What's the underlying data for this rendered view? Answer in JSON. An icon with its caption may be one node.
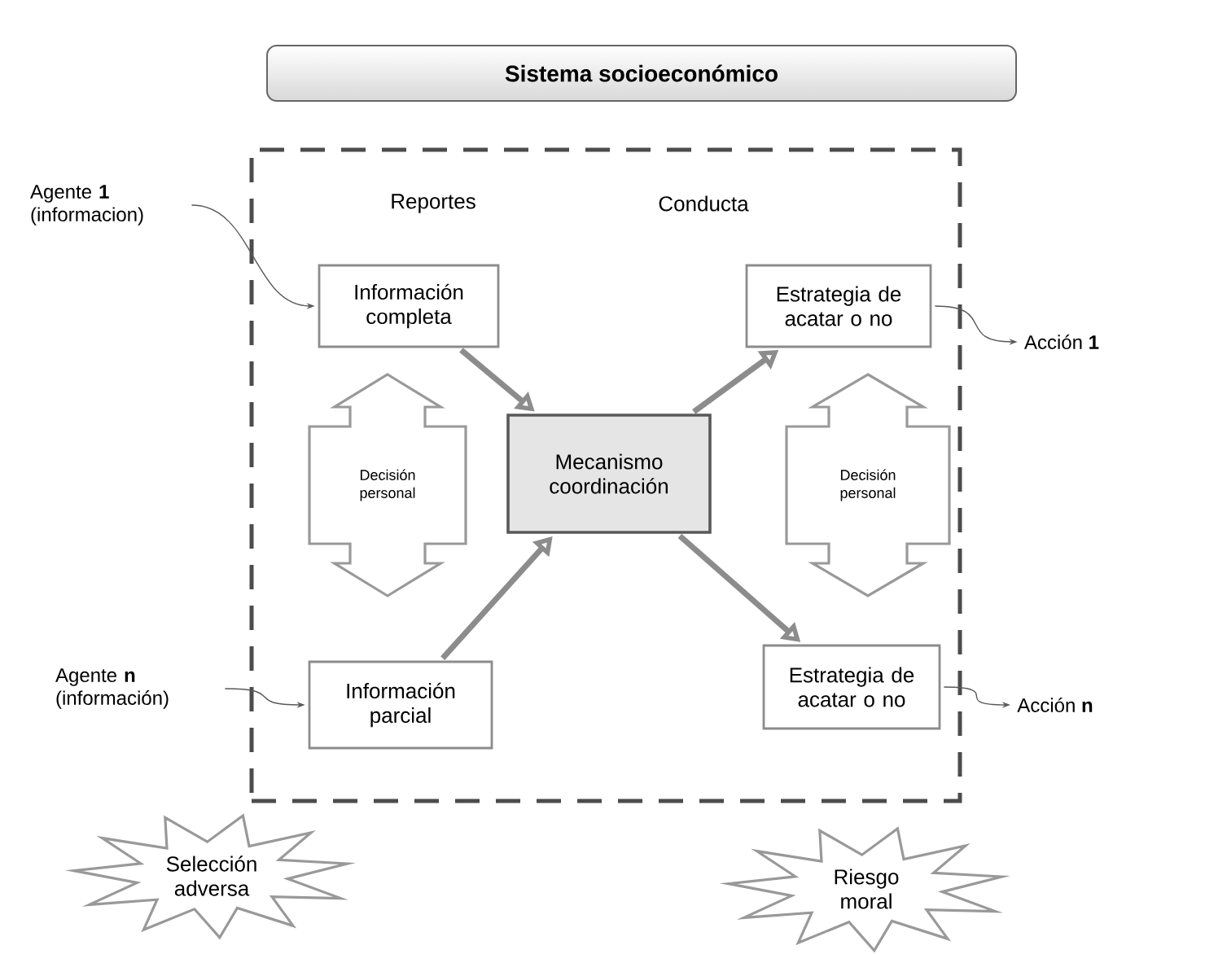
{
  "diagram": {
    "title": "Sistema socioeconómico",
    "nodes": [
      {
        "text": [],
        "shape": "box"
      },
      {
        "text": [
          "Información completa"
        ],
        "in": 0
      },
      {
        "text": [
          "Decisión personal"
        ],
        "in": 0
      },
      {
        "text": [
          "Información parcial"
        ],
        "in": 0
      },
      {
        "text": [
          "Mecanismo coordinación"
        ],
        "in": 0
      },
      {
        "text": [
          "Estrategia de acatar o no"
        ],
        "in": 0
      },
      {
        "text": [
          "Decisión personal"
        ],
        "in": 0
      },
      {
        "text": [
          "Estrategia de acatar o no"
        ],
        "in": 0
      },
      {
        "text": [
          "Agente **1** (informacion)"
        ]
      },
      {
        "text": [
          "Agente **n** (información)"
        ]
      },
      {
        "text": [
          "Acción **1**"
        ]
      },
      {
        "text": [
          "Acción **n**"
        ]
      },
      {
        "text": [
          "Selección adversa"
        ]
      },
      {
        "text": [
          "Riesgo moral"
        ]
      }
    ],
    "edges": [
      {
        "from": 8,
        "to": 1,
        "arrow": "to"
      },
      {
        "from": 9,
        "to": 3,
        "arrow": "to"
      },
      {
        "from": 1,
        "to": 4,
        "arrow": "to",
        "style": "thick"
      },
      {
        "from": 3,
        "to": 4,
        "arrow": "to",
        "style": "thick"
      },
      {
        "from": 4,
        "to": 5,
        "arrow": "to",
        "style": "thick"
      },
      {
        "from": 4,
        "to": 7,
        "arrow": "to",
        "style": "thick"
      },
      {
        "from": 5,
        "to": 10,
        "arrow": "to"
      },
      {
        "from": 7,
        "to": 11,
        "arrow": "to"
      }
    ],
    "labels": [
      "Reportes",
      "Conducta"
    ]
  }
}
